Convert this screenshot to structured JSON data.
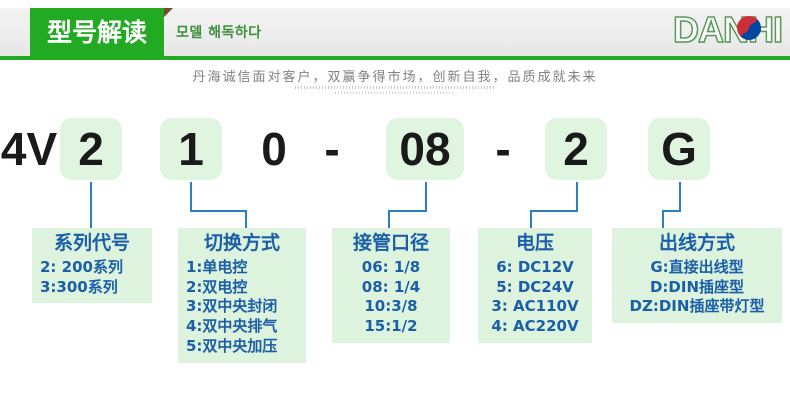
{
  "header": {
    "ribbon_title": "型号解读",
    "subtitle": "모델 해독하다",
    "logo_text": "DANHI",
    "flag_icon": "korean-taeguk-icon",
    "accent_green": "#22ab22",
    "accent_blue": "#1a5fa8"
  },
  "slogan": "丹海诚信面对客户，双赢争得市场，创新自我，品质成就未来",
  "model_code": {
    "segments": [
      {
        "text": "4V",
        "highlight": false
      },
      {
        "text": "2",
        "highlight": true
      },
      {
        "text": "1",
        "highlight": true
      },
      {
        "text": "0",
        "highlight": false
      },
      {
        "text": "-",
        "highlight": false
      },
      {
        "text": "08",
        "highlight": true
      },
      {
        "text": "-",
        "highlight": false
      },
      {
        "text": "2",
        "highlight": true
      },
      {
        "text": "G",
        "highlight": true
      }
    ]
  },
  "legend": {
    "boxes": [
      {
        "title": "系列代号",
        "lines": [
          "2: 200系列",
          "3:300系列"
        ]
      },
      {
        "title": "切换方式",
        "lines": [
          "1:单电控",
          "2:双电控",
          "3:双中央封闭",
          "4:双中央排气",
          "5:双中央加压"
        ]
      },
      {
        "title": "接管口径",
        "lines": [
          "06: 1/8",
          "08: 1/4",
          "10:3/8",
          "15:1/2"
        ]
      },
      {
        "title": "电压",
        "lines": [
          "6: DC12V",
          "5: DC24V",
          "3: AC110V",
          "4: AC220V"
        ]
      },
      {
        "title": "出线方式",
        "lines": [
          "G:直接出线型",
          "D:DIN插座型",
          "DZ:DIN插座带灯型"
        ]
      }
    ]
  }
}
